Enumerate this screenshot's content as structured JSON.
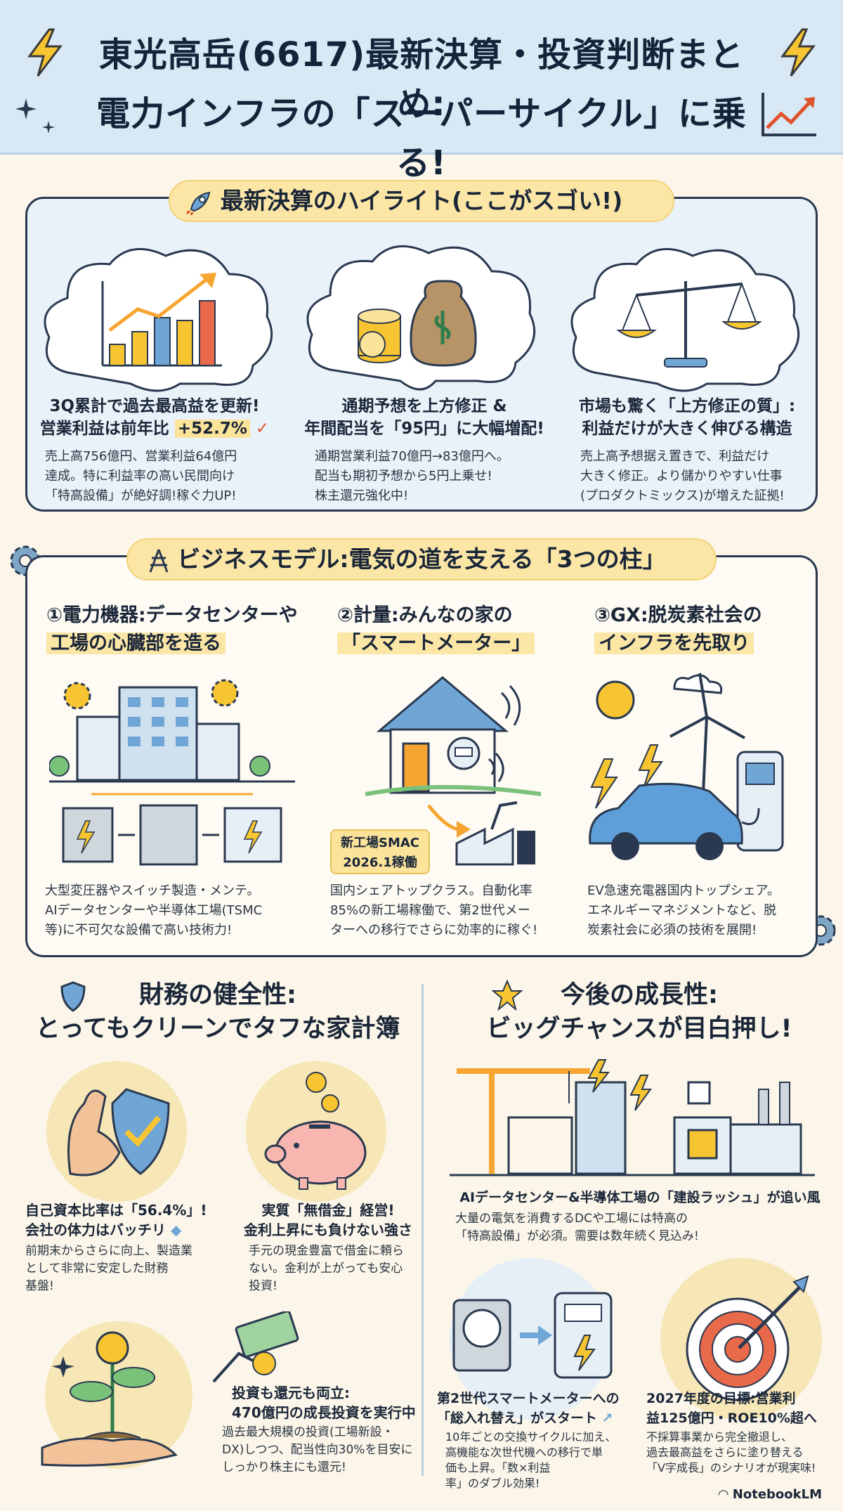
{
  "header": {
    "title_line1": "東光高岳(6617)最新決算・投資判断まとめ:",
    "title_line2": "電力インフラの「スーパーサイクル」に乗る!"
  },
  "highlights": {
    "title": "最新決算のハイライト(ここがスゴい!)",
    "items": [
      {
        "icon": "bar-chart-icon",
        "head1": "3Q累計で過去最高益を更新!",
        "head2_prefix": "営業利益は前年比",
        "head2_value": "+52.7%",
        "sub": [
          "売上高756億円、営業利益64億円",
          "達成。特に利益率の高い民間向け",
          "「特高設備」が絶好調!稼ぐ力UP!"
        ]
      },
      {
        "icon": "money-bag-icon",
        "head1": "通期予想を上方修正 &",
        "head2": "年間配当を「95円」に大幅増配!",
        "sub": [
          "通期営業利益70億円→83億円へ。",
          "配当も期初予想から5円上乗せ!",
          "株主還元強化中!"
        ]
      },
      {
        "icon": "scale-icon",
        "head1": "市場も驚く「上方修正の質」:",
        "head2": "利益だけが大きく伸びる構造",
        "sub": [
          "売上高予想据え置きで、利益だけ",
          "大きく修正。より儲かりやすい仕事",
          "(プロダクトミックス)が増えた証拠!"
        ]
      }
    ]
  },
  "business": {
    "title": "ビジネスモデル:電気の道を支える「3つの柱」",
    "pillars": [
      {
        "icon": "factory-transformer-icon",
        "head1": "①電力機器:データセンターや",
        "head2": "工場の心臓部を造る",
        "desc": [
          "大型変圧器やスイッチ製造・メンテ。",
          "AIデータセンターや半導体工場(TSMC",
          "等)に不可欠な設備で高い技術力!"
        ]
      },
      {
        "icon": "smart-meter-house-icon",
        "head1": "②計量:みんなの家の",
        "head2": "「スマートメーター」",
        "badge": [
          "新工場SMAC",
          "2026.1稼働"
        ],
        "desc": [
          "国内シェアトップクラス。自動化率",
          "85%の新工場稼働で、第2世代メー",
          "ターへの移行でさらに効率的に稼ぐ!"
        ]
      },
      {
        "icon": "ev-charger-icon",
        "head1": "③GX:脱炭素社会の",
        "head2": "インフラを先取り",
        "desc": [
          "EV急速充電器国内トップシェア。",
          "エネルギーマネジメントなど、脱",
          "炭素社会に必須の技術を展開!"
        ]
      }
    ]
  },
  "finance": {
    "title1": "財務の健全性:",
    "title2": "とってもクリーンでタフな家計簿",
    "items": [
      {
        "icon": "muscle-shield-icon",
        "head": [
          "自己資本比率は「56.4%」!",
          "会社の体力はバッチリ"
        ],
        "sub": [
          "前期末からさらに向上、製造業",
          "として非常に安定した財務",
          "基盤!"
        ]
      },
      {
        "icon": "piggy-bank-icon",
        "head": [
          "実質「無借金」経営!",
          "金利上昇にも負けない強さ"
        ],
        "sub": [
          "手元の現金豊富で借金に頼ら",
          "ない。金利が上がっても安心",
          "投資!"
        ]
      },
      {
        "icon": "plant-coin-icon",
        "head": [
          "投資も還元も両立:",
          "470億円の成長投資を実行中"
        ],
        "sub": [
          "過去最大規模の投資(工場新設・",
          "DX)しつつ、配当性向30%を目安に",
          "しっかり株主にも還元!"
        ]
      }
    ]
  },
  "growth": {
    "title1": "今後の成長性:",
    "title2": "ビッグチャンスが目白押し!",
    "items": [
      {
        "icon": "construction-crane-icon",
        "head": [
          "AIデータセンター&半導体工場の「建設ラッシュ」が追い風"
        ],
        "sub": [
          "大量の電気を消費するDCや工場には特高の",
          "「特高設備」が必須。需要は数年続く見込み!"
        ]
      },
      {
        "icon": "meter-swap-icon",
        "head": [
          "第2世代スマートメーターへの",
          "「総入れ替え」がスタート"
        ],
        "sub": [
          "10年ごとの交換サイクルに加え、",
          "高機能な次世代機への移行で単",
          "価も上昇。「数×利益",
          "率」のダブル効果!"
        ]
      },
      {
        "icon": "target-arrow-icon",
        "head": [
          "2027年度の目標:営業利",
          "益125億円・ROE10%超へ"
        ],
        "sub": [
          "不採算事業から完全撤退し、",
          "過去最高益をさらに塗り替える",
          "「V字成長」のシナリオが現実味!"
        ]
      }
    ]
  },
  "footer": {
    "brand": "NotebookLM"
  },
  "colors": {
    "accent": "#fbe6a6",
    "navy": "#2a3950",
    "header_bg": "#d8e8f4"
  }
}
